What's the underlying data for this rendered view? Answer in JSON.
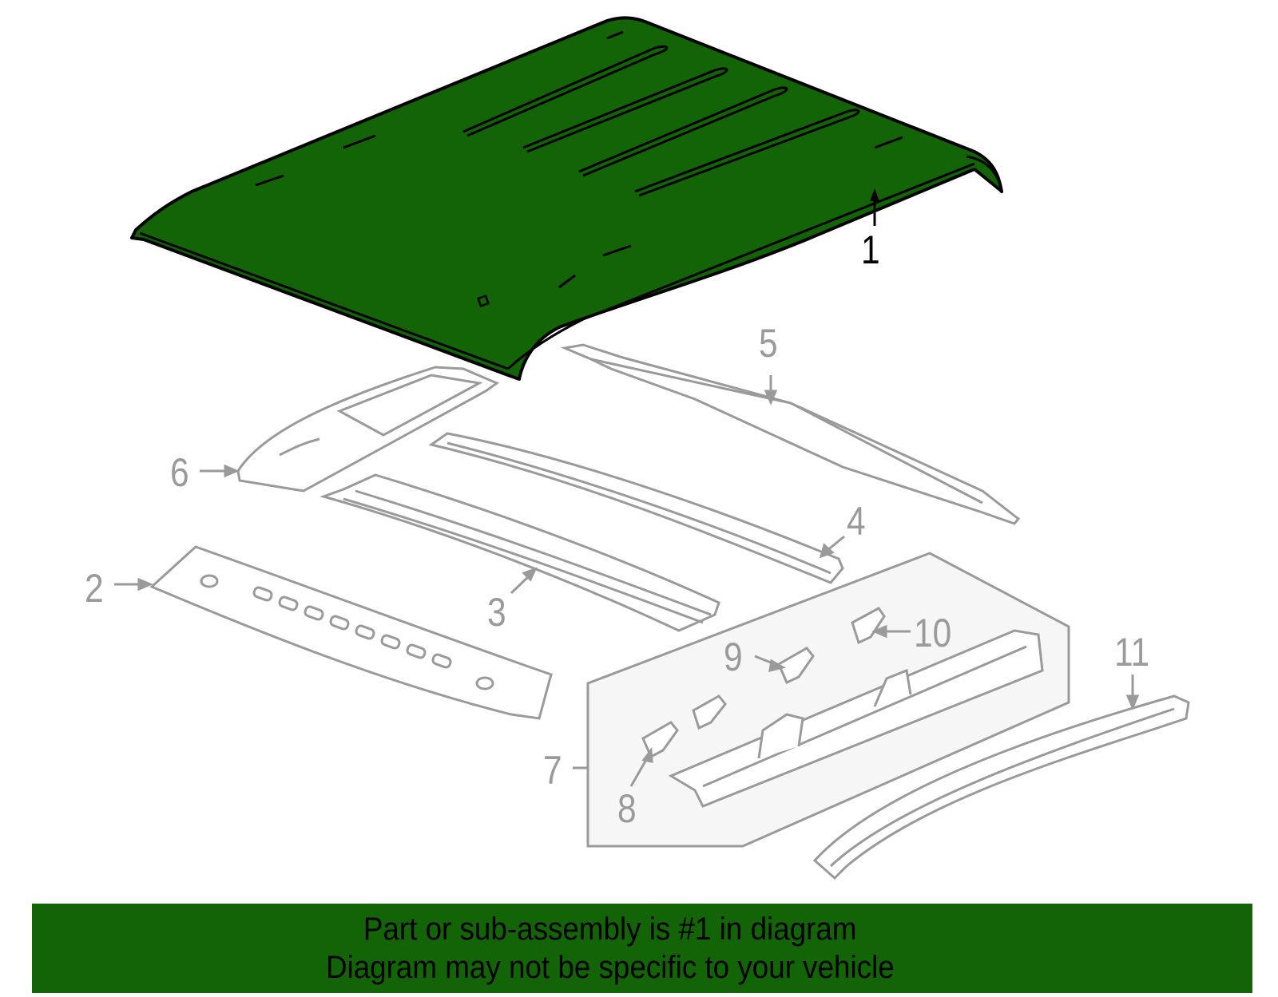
{
  "diagram": {
    "title": "Roof panel and roof bows parts diagram",
    "highlight_color": "#136407",
    "line_color_highlight": "#000000",
    "line_color_other": "#9a9a9a",
    "subassembly_box_fill": "#f6f6f6",
    "callouts": [
      {
        "id": "1",
        "label": "1",
        "part": "roof-panel",
        "highlighted": true
      },
      {
        "id": "2",
        "label": "2",
        "part": "front-header"
      },
      {
        "id": "3",
        "label": "3",
        "part": "roof-bow"
      },
      {
        "id": "4",
        "label": "4",
        "part": "roof-bow-rear"
      },
      {
        "id": "5",
        "label": "5",
        "part": "rear-header"
      },
      {
        "id": "6",
        "label": "6",
        "part": "rear-header-panel"
      },
      {
        "id": "7",
        "label": "7",
        "part": "side-rail-assembly"
      },
      {
        "id": "8",
        "label": "8",
        "part": "bracket"
      },
      {
        "id": "9",
        "label": "9",
        "part": "bracket"
      },
      {
        "id": "10",
        "label": "10",
        "part": "bracket"
      },
      {
        "id": "11",
        "label": "11",
        "part": "side-rail-outer"
      }
    ]
  },
  "banner": {
    "line1": "Part or sub-assembly is #1 in diagram",
    "line2": "Diagram may not be specific to your vehicle",
    "background": "#136407"
  }
}
